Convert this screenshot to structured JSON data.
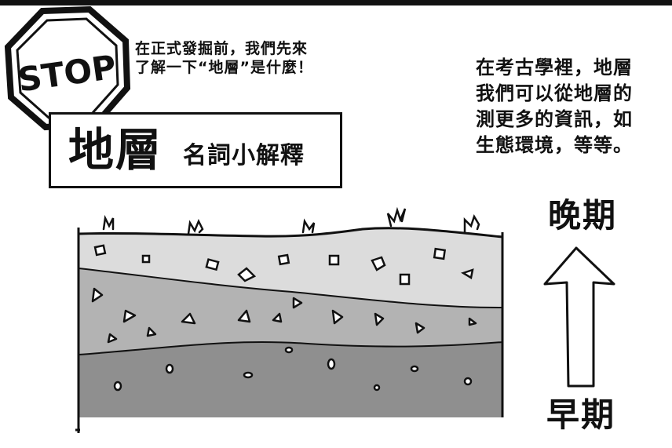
{
  "stop_sign": {
    "text": "STOP"
  },
  "intro": {
    "lines": [
      "在正式發掘前，我們先來",
      "了解一下“地層”是什麼！"
    ]
  },
  "title": {
    "main": "地層",
    "sub": "名詞小解釋"
  },
  "description": {
    "lines": [
      "在考古學裡，地層",
      "我們可以從地層的",
      "測更多的資訊，如",
      "生態環境，等等。"
    ]
  },
  "timeline": {
    "late": "晚期",
    "early": "早期"
  },
  "colors": {
    "layer_top": "#dcdcdc",
    "layer_middle": "#b3b3b3",
    "layer_bottom": "#8f8f8f",
    "ink": "#111111"
  }
}
